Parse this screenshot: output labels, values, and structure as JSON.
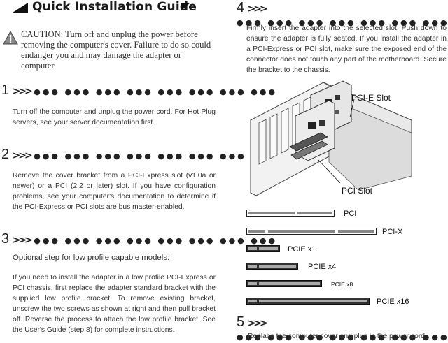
{
  "header": {
    "title": "Quick Installation Guide"
  },
  "caution": {
    "text": "CAUTION: Turn off and unplug the power before removing the computer's cover. Failure to do so could endanger you and may damage the adapter or computer."
  },
  "steps": [
    {
      "number": "1",
      "text": "Turn off the computer and unplug the power cord. For Hot Plug servers, see your server documentation first."
    },
    {
      "number": "2",
      "text": "Remove the cover bracket from a PCI-Express slot (v1.0a or newer) or a PCI (2.2 or later) slot. If you have configuration problems, see your computer's documentation to determine if the PCI-Express or PCI slots are bus master-enabled."
    },
    {
      "number": "3",
      "heading": "Optional step for low profile capable models:",
      "text": "If you need to install the adapter in a low profile PCI-Express or PCI chassis, first replace the adapter standard bracket with the supplied low profile bracket. To remove existing bracket, unscrew the two screws as shown at right and then pull bracket off. Reverse the process to attach the low profile bracket. See the User's Guide (step 8) for complete instructions."
    },
    {
      "number": "4",
      "text": "Firmly insert the adapter into the selected slot. Push down to ensure the adapter is fully seated. If you install the adapter in a PCI-Express or PCI slot, make sure the exposed end of the connector does not touch any part of the motherboard. Secure the bracket to the chassis."
    },
    {
      "number": "5",
      "text": "Replace the computer cover and plug in the power cord."
    }
  ],
  "diagram": {
    "pcie_callout": "PCI-E Slot",
    "pci_callout": "PCI Slot"
  },
  "slots": [
    {
      "label": "PCI"
    },
    {
      "label": "PCI-X"
    },
    {
      "label": "PCIE x1"
    },
    {
      "label": "PCIE x4"
    },
    {
      "label": "PCIE x8"
    },
    {
      "label": "PCIE x16"
    }
  ],
  "icons": [
    "caution-icon",
    "chevron-icon"
  ],
  "colors": {
    "text": "#333333",
    "ink": "#111111"
  }
}
